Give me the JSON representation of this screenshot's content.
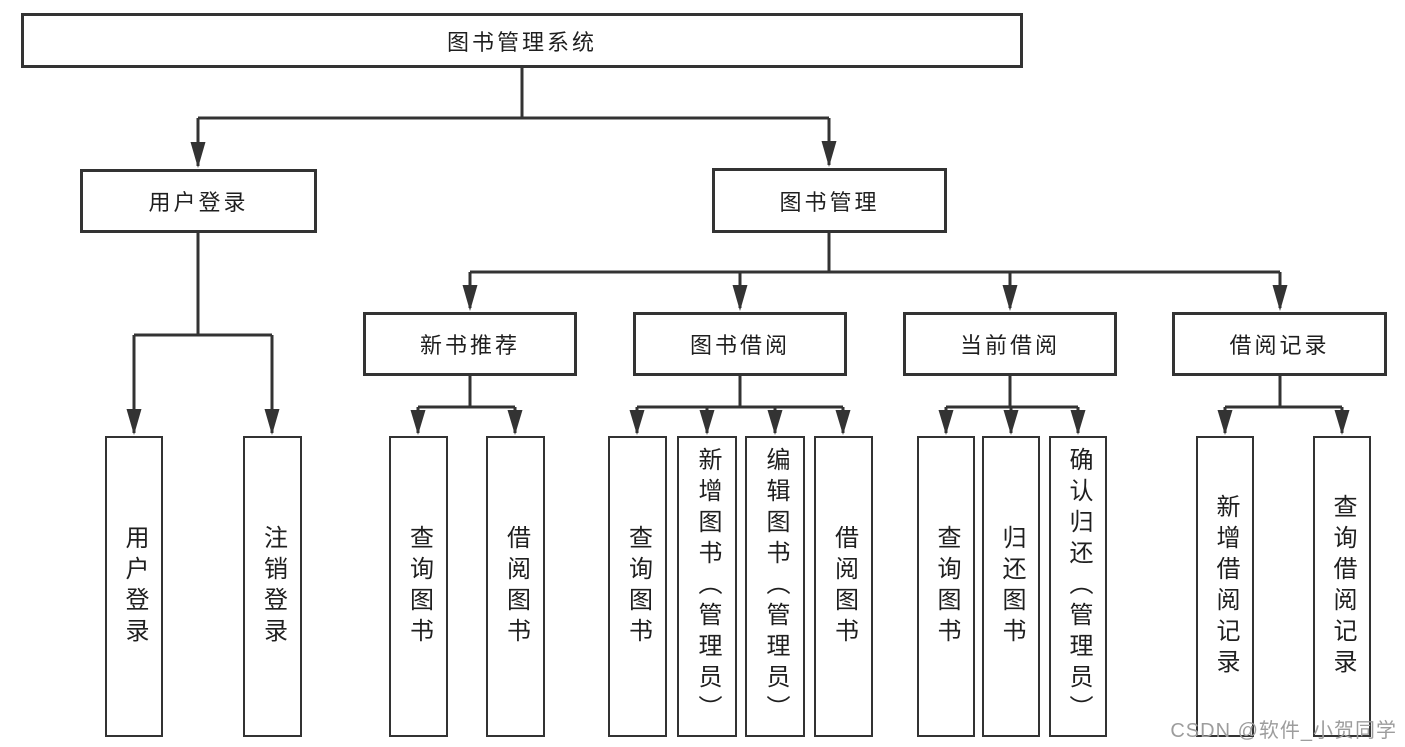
{
  "diagram": {
    "root": {
      "label": "图书管理系统"
    },
    "level2": [
      {
        "label": "用户登录"
      },
      {
        "label": "图书管理"
      }
    ],
    "level3": [
      {
        "label": "新书推荐"
      },
      {
        "label": "图书借阅"
      },
      {
        "label": "当前借阅"
      },
      {
        "label": "借阅记录"
      }
    ],
    "leaves": {
      "user_login": [
        "用户登录",
        "注销登录"
      ],
      "new_book_rec": [
        "查询图书",
        "借阅图书"
      ],
      "book_borrow": [
        "查询图书",
        "新增图书（管理员）",
        "编辑图书（管理员）",
        "借阅图书"
      ],
      "current_borrow": [
        "查询图书",
        "归还图书",
        "确认归还（管理员）"
      ],
      "borrow_records": [
        "新增借阅记录",
        "查询借阅记录"
      ]
    }
  },
  "watermark": {
    "text": "CSDN @软件_小贺同学"
  },
  "colors": {
    "line": "#333333",
    "text": "#1f1f1f",
    "watermark": "#9d9d9d",
    "background": "#ffffff"
  }
}
